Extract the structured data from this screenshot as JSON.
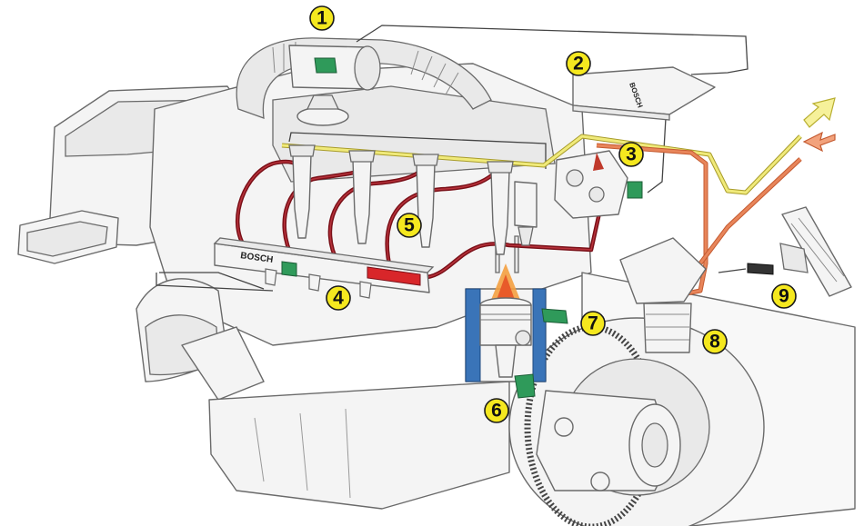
{
  "diagram": {
    "brand_rail": "BOSCH",
    "brand_ecu": "BOSCH",
    "callouts": [
      {
        "id": "1",
        "label": "1"
      },
      {
        "id": "2",
        "label": "2"
      },
      {
        "id": "3",
        "label": "3"
      },
      {
        "id": "4",
        "label": "4"
      },
      {
        "id": "5",
        "label": "5"
      },
      {
        "id": "6",
        "label": "6"
      },
      {
        "id": "7",
        "label": "7"
      },
      {
        "id": "8",
        "label": "8"
      },
      {
        "id": "9",
        "label": "9"
      }
    ],
    "colors": {
      "high_pressure_line": "#7a1018",
      "fuel_supply_line": "#e8855a",
      "return_line": "#f0ea7a",
      "callout_fill": "#f5e81f",
      "sensor_green": "#2f9a5a"
    },
    "icons": {
      "flow_out": "arrow-up-right-icon",
      "flow_in": "arrow-down-left-icon"
    }
  }
}
